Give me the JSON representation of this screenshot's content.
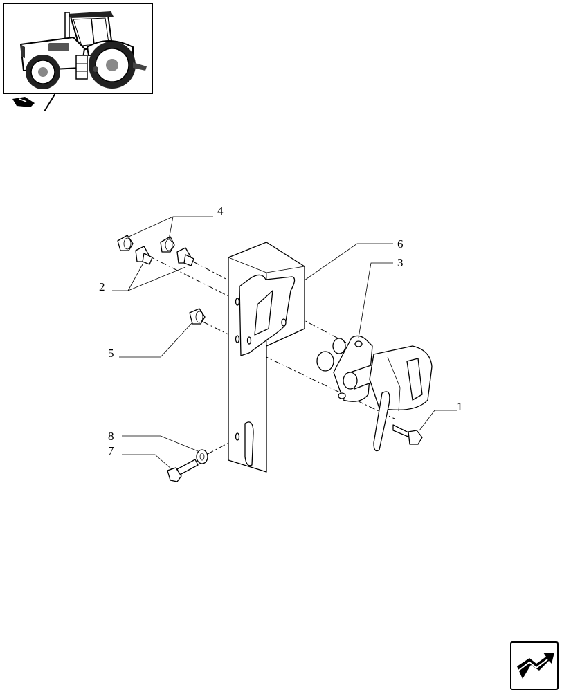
{
  "thumbnail": {
    "icon": "tractor-side-view"
  },
  "section_tab": {
    "icon": "hand-pointing-icon"
  },
  "callouts": [
    {
      "number": "1",
      "part": "screw"
    },
    {
      "number": "2",
      "part": "stud"
    },
    {
      "number": "3",
      "part": "socket"
    },
    {
      "number": "4",
      "part": "nut"
    },
    {
      "number": "5",
      "part": "nut"
    },
    {
      "number": "6",
      "part": "bracket"
    },
    {
      "number": "7",
      "part": "screw"
    },
    {
      "number": "8",
      "part": "washer"
    }
  ],
  "navigation": {
    "next_icon": "arrow-next-icon"
  }
}
